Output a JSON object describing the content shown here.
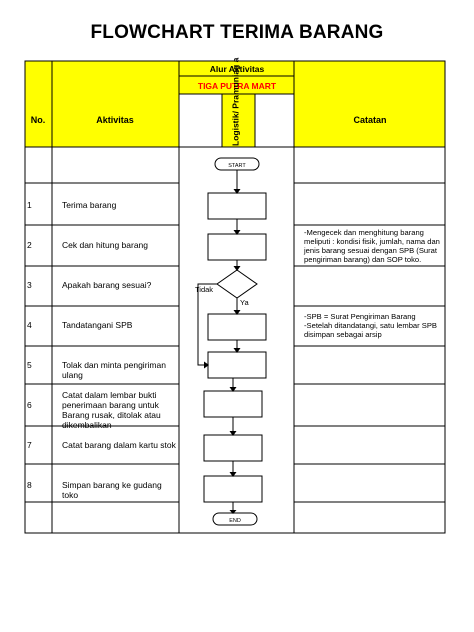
{
  "title": "FLOWCHART TERIMA BARANG",
  "colors": {
    "header_yellow": "#FFFF00",
    "mart_red": "#FF0000",
    "line": "#000000"
  },
  "header": {
    "no": "No.",
    "aktivitas": "Aktivitas",
    "alur": "Alur Aktivitas",
    "mart": "TIGA PUTRA MART",
    "role_vertical": "Logistik/ Pramuniag a",
    "catatan": "Catatan"
  },
  "rows": [
    {
      "no": "1",
      "aktivitas": "Terima barang",
      "catatan": ""
    },
    {
      "no": "2",
      "aktivitas": "Cek dan hitung barang",
      "catatan": "-Mengecek dan menghitung barang meliputi : kondisi fisik, jumlah, nama dan jenis barang sesuai dengan SPB (Surat pengiriman barang) dan SOP toko."
    },
    {
      "no": "3",
      "aktivitas": "Apakah barang sesuai?",
      "catatan": ""
    },
    {
      "no": "4",
      "aktivitas": "Tandatangani SPB",
      "catatan": "-SPB = Surat Pengiriman Barang\n-Setelah ditandatangi, satu lembar SPB disimpan sebagai arsip"
    },
    {
      "no": "5",
      "aktivitas": "Tolak dan minta pengiriman ulang",
      "catatan": ""
    },
    {
      "no": "6",
      "aktivitas": "Catat dalam lembar bukti penerimaan barang untuk Barang rusak, ditolak atau dikembalikan",
      "catatan": ""
    },
    {
      "no": "7",
      "aktivitas": "Catat barang dalam kartu stok",
      "catatan": ""
    },
    {
      "no": "8",
      "aktivitas": "Simpan barang ke gudang toko",
      "catatan": ""
    }
  ],
  "flow": {
    "start": "START",
    "end": "END",
    "no_label": "Tidak",
    "yes_label": "Ya"
  }
}
